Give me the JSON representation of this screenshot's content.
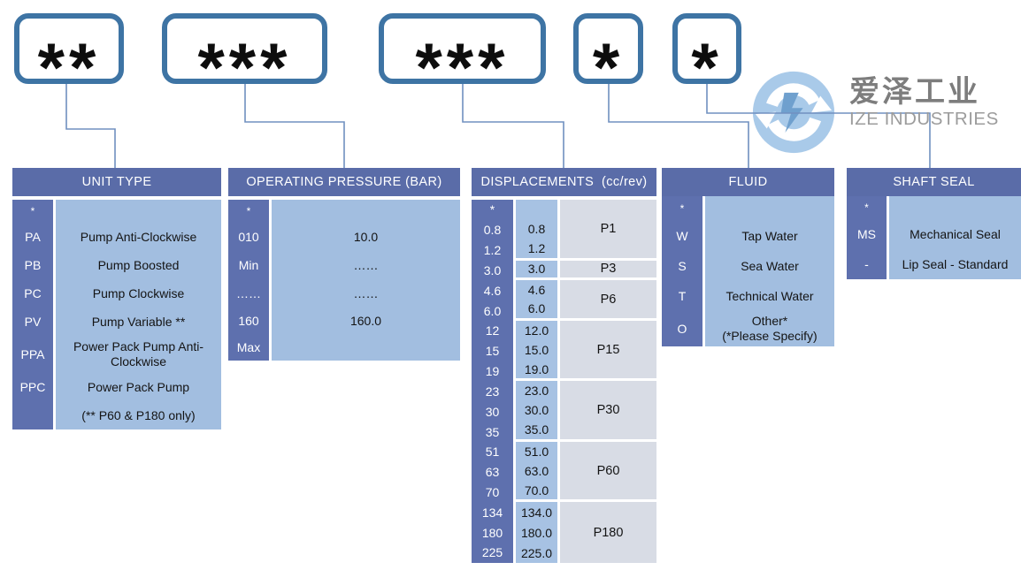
{
  "logo": {
    "cn_name": "爱泽工业",
    "en_name": "IZE INDUSTRIES"
  },
  "code_boxes": [
    {
      "stars": "**"
    },
    {
      "stars": "***"
    },
    {
      "stars": "***"
    },
    {
      "stars": "*"
    },
    {
      "stars": "*"
    }
  ],
  "unit_type": {
    "title": "UNIT TYPE",
    "rows": [
      {
        "code": "*",
        "label": ""
      },
      {
        "code": "PA",
        "label": "Pump Anti-Clockwise"
      },
      {
        "code": "PB",
        "label": "Pump Boosted"
      },
      {
        "code": "PC",
        "label": "Pump Clockwise"
      },
      {
        "code": "PV",
        "label": "Pump Variable **"
      },
      {
        "code": "PPA",
        "label": "Power Pack Pump Anti-Clockwise"
      },
      {
        "code": "PPC",
        "label": "Power Pack Pump"
      },
      {
        "code": "",
        "label": "(** P60 & P180 only)"
      }
    ]
  },
  "operating_pressure": {
    "title": "OPERATING PRESSURE (BAR)",
    "rows": [
      {
        "code": "*",
        "label": ""
      },
      {
        "code": "010",
        "label": "10.0"
      },
      {
        "code": "Min",
        "label": "……"
      },
      {
        "code": "……",
        "label": "……"
      },
      {
        "code": "160",
        "label": "160.0"
      },
      {
        "code": "Max",
        "label": ""
      }
    ]
  },
  "displacements": {
    "title": "DISPLACEMENTS  (cc/rev)",
    "codes": [
      "*",
      "0.8",
      "1.2",
      "3.0",
      "4.6",
      "6.0",
      "12",
      "15",
      "19",
      "23",
      "30",
      "35",
      "51",
      "63",
      "70",
      "134",
      "180",
      "225"
    ],
    "groups": [
      {
        "label": "P1",
        "values": [
          "",
          "0.8",
          "1.2"
        ]
      },
      {
        "label": "P3",
        "values": [
          "3.0"
        ]
      },
      {
        "label": "P6",
        "values": [
          "4.6",
          "6.0"
        ]
      },
      {
        "label": "P15",
        "values": [
          "12.0",
          "15.0",
          "19.0"
        ]
      },
      {
        "label": "P30",
        "values": [
          "23.0",
          "30.0",
          "35.0"
        ]
      },
      {
        "label": "P60",
        "values": [
          "51.0",
          "63.0",
          "70.0"
        ]
      },
      {
        "label": "P180",
        "values": [
          "134.0",
          "180.0",
          "225.0"
        ]
      }
    ]
  },
  "fluid": {
    "title": "FLUID",
    "rows": [
      {
        "code": "*",
        "label": "",
        "sub": ""
      },
      {
        "code": "W",
        "label": "Tap Water",
        "sub": ""
      },
      {
        "code": "S",
        "label": "Sea Water",
        "sub": ""
      },
      {
        "code": "T",
        "label": "Technical Water",
        "sub": ""
      },
      {
        "code": "O",
        "label": "Other*",
        "sub": "(*Please Specify)"
      }
    ]
  },
  "shaft_seal": {
    "title": "SHAFT SEAL",
    "rows": [
      {
        "code": "*",
        "label": ""
      },
      {
        "code": "MS",
        "label": "Mechanical Seal"
      },
      {
        "code": "-",
        "label": "Lip Seal - Standard"
      }
    ]
  },
  "colors": {
    "header_bar": "#5A6CA8",
    "code_column": "#5E70AE",
    "label_cell": "#A2BEE0",
    "displacement_value_cell": "#A7C2E3",
    "displacement_group_cell": "#D8DCE5",
    "box_border": "#3E74A4",
    "connector_line": "#7090C0",
    "logo_circle": "#A9CAE9",
    "logo_bolt": "#6FA0CE",
    "logo_text_cn": "#7D7D7D",
    "logo_text_en": "#9C9C9C"
  }
}
